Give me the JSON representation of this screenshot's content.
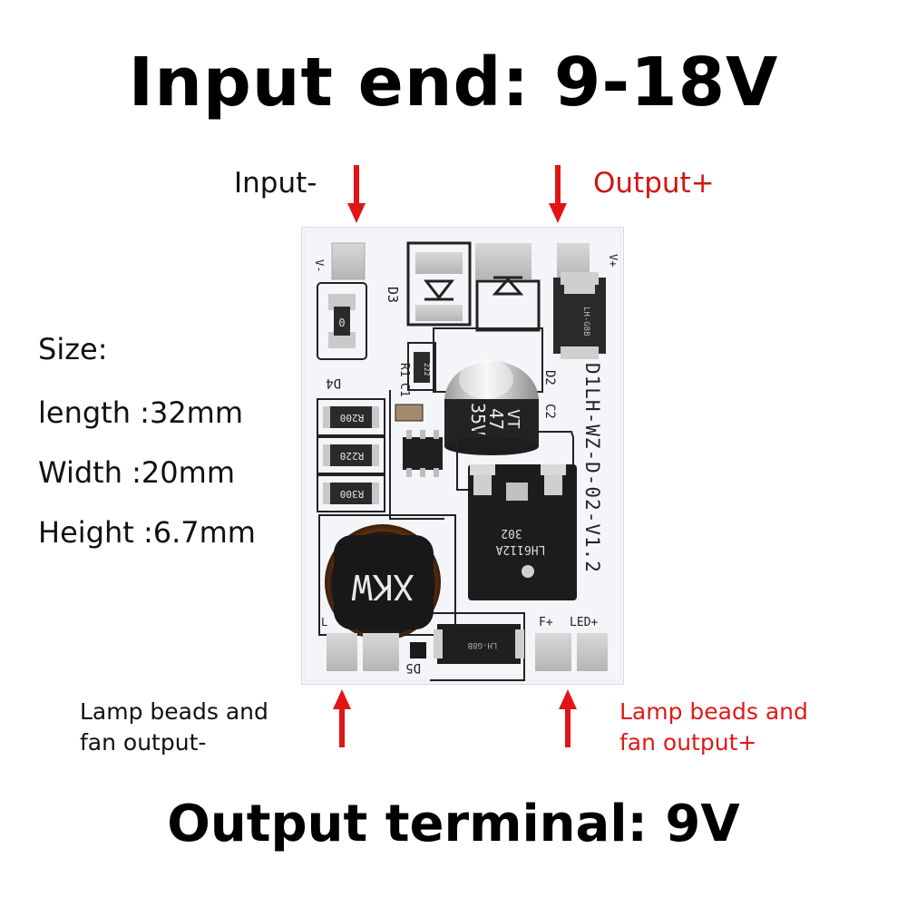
{
  "title": "Input end: 9-18V",
  "footer": "Output terminal: 9V",
  "labels": {
    "input_minus": "Input-",
    "output_plus": "Output+",
    "lamp_minus_line1": "Lamp beads and",
    "lamp_minus_line2": "fan output-",
    "lamp_plus_line1": "Lamp beads and",
    "lamp_plus_line2": "fan output+"
  },
  "size": {
    "heading": "Size:",
    "length": "length :32mm",
    "width": "Width :20mm",
    "height": "Height :6.7mm"
  },
  "board": {
    "silkscreen_model": "D1LH-WZ-D-02-V1.2",
    "pad_top_left": "V-",
    "pad_top_right": "V+",
    "pad_bottom_left": "L",
    "pad_bottom_right": "LED+",
    "ref_d3": "D3",
    "ref_d4": "D4",
    "ref_r1": "R1",
    "ref_c1": "C1",
    "ref_d2": "D2",
    "ref_c2": "C2",
    "ref_d5": "D5",
    "ref_f": "F+",
    "res_r200": "R200",
    "res_r220": "R220",
    "res_r300": "R300",
    "res_222": "222",
    "cap_value": "47",
    "cap_voltage": "35V",
    "cap_series": "VT",
    "ic_part": "LH6112A",
    "ic_code": "302",
    "inductor_mark": "XKW",
    "diode_mark_bottom": "LH-G8B",
    "diode_mark_top": "LH-G8B",
    "sot_mark": "0",
    "arrow_color": "#e01515",
    "output_plus_color": "#d21414"
  }
}
